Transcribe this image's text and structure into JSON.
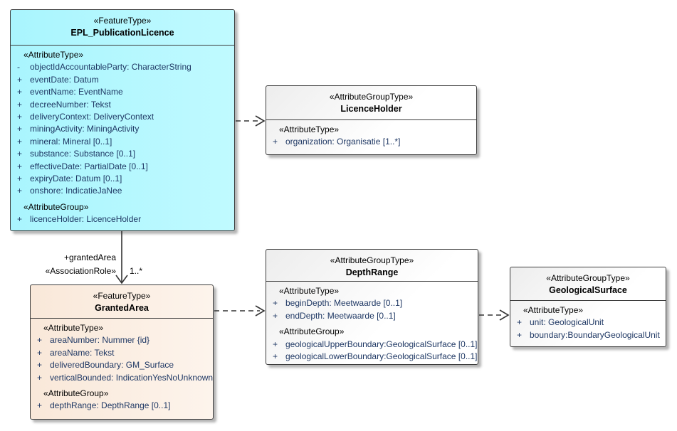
{
  "colors": {
    "cyan-fill": "#aff6fe",
    "peach-fill": "#fbecdf",
    "plain-fill": "#f4f4f4",
    "attr-text": "#1f3864",
    "border": "#3c3c3c"
  },
  "boxes": {
    "epl": {
      "stereotype": "«FeatureType»",
      "name": "EPL_PublicationLicence",
      "rows": [
        {
          "text": "«AttributeType»"
        },
        {
          "prefix": "-",
          "text": "objectIdAccountableParty: CharacterString"
        },
        {
          "prefix": "+",
          "text": "eventDate: Datum"
        },
        {
          "prefix": "+",
          "text": "eventName: EventName"
        },
        {
          "prefix": "+",
          "text": "decreeNumber: Tekst"
        },
        {
          "prefix": "+",
          "text": "deliveryContext: DeliveryContext"
        },
        {
          "prefix": "+",
          "text": "miningActivity: MiningActivity"
        },
        {
          "prefix": "+",
          "text": "mineral: Mineral [0..1]"
        },
        {
          "prefix": "+",
          "text": "substance: Substance [0..1]"
        },
        {
          "prefix": "+",
          "text": "effectiveDate: PartialDate [0..1]"
        },
        {
          "prefix": "+",
          "text": "expiryDate: Datum [0..1]"
        },
        {
          "prefix": "+",
          "text": "onshore: IndicatieJaNee"
        },
        {
          "text": "«AttributeGroup»"
        },
        {
          "prefix": "+",
          "text": "licenceHolder: LicenceHolder"
        }
      ]
    },
    "licenceHolder": {
      "stereotype": "«AttributeGroupType»",
      "name": "LicenceHolder",
      "rows": [
        {
          "text": "«AttributeType»"
        },
        {
          "prefix": "+",
          "text": "organization: Organisatie [1..*]"
        }
      ]
    },
    "grantedArea": {
      "stereotype": "«FeatureType»",
      "name": "GrantedArea",
      "rows": [
        {
          "text": "«AttributeType»"
        },
        {
          "prefix": "+",
          "text": "areaNumber: Nummer {id}"
        },
        {
          "prefix": "+",
          "text": "areaName: Tekst"
        },
        {
          "prefix": "+",
          "text": "deliveredBoundary: GM_Surface"
        },
        {
          "prefix": "+",
          "text": "verticalBounded: IndicationYesNoUnknown"
        },
        {
          "text": "«AttributeGroup»"
        },
        {
          "prefix": "+",
          "text": "depthRange: DepthRange [0..1]"
        }
      ]
    },
    "depthRange": {
      "stereotype": "«AttributeGroupType»",
      "name": "DepthRange",
      "rows": [
        {
          "text": "«AttributeType»"
        },
        {
          "prefix": "+",
          "text": "beginDepth: Meetwaarde [0..1]"
        },
        {
          "prefix": "+",
          "text": "endDepth: Meetwaarde [0..1]"
        },
        {
          "text": "«AttributeGroup»"
        },
        {
          "prefix": "+",
          "text": "geologicalUpperBoundary:GeologicalSurface [0..1]"
        },
        {
          "prefix": "+",
          "text": "geologicalLowerBoundary:GeologicalSurface [0..1]"
        }
      ]
    },
    "geologicalSurface": {
      "stereotype": "«AttributeGroupType»",
      "name": "GeologicalSurface",
      "rows": [
        {
          "text": "«AttributeType»"
        },
        {
          "prefix": "+",
          "text": "unit: GeologicalUnit"
        },
        {
          "prefix": "+",
          "text": "boundary:BoundaryGeologicalUnit"
        }
      ]
    }
  },
  "connectors": {
    "grantedAreaAssociation": {
      "role_label": "+grantedArea",
      "stereotype": "«AssociationRole»",
      "multiplicity": "1..*"
    }
  }
}
